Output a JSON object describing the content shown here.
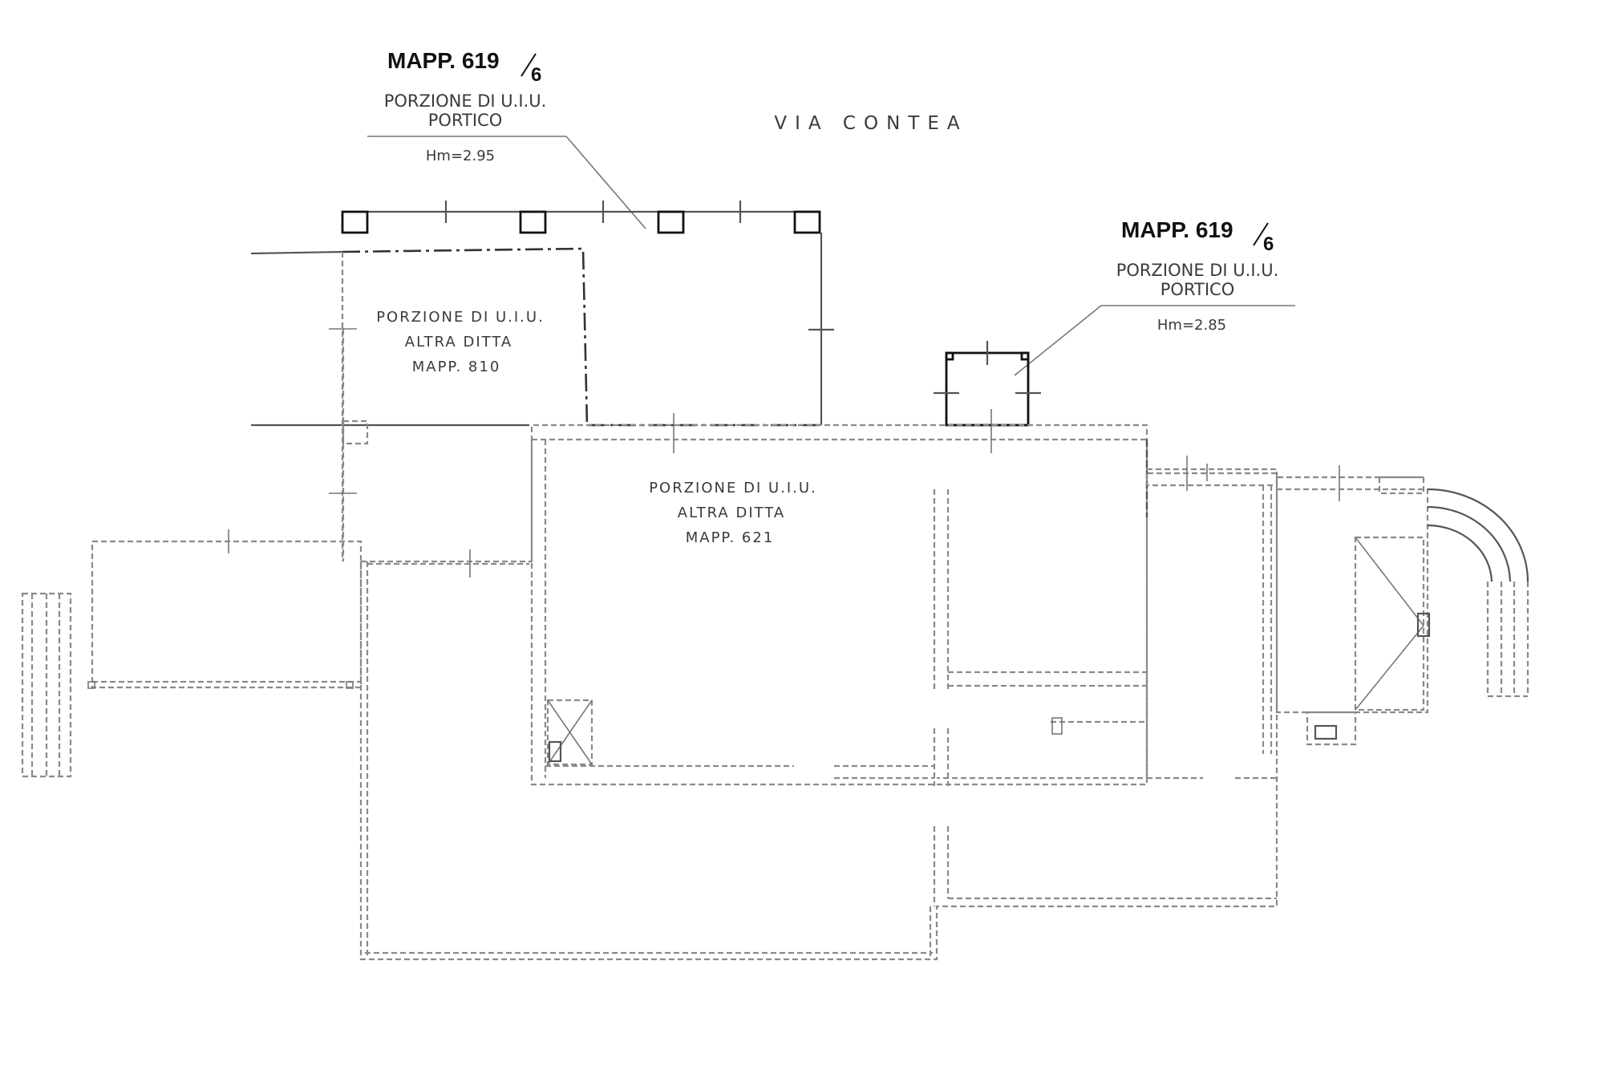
{
  "title_block_left": {
    "mapp_number": "MAPP. 619",
    "mapp_sub": "6",
    "desc_line1": "PORZIONE DI U.I.U.",
    "desc_line2": "PORTICO",
    "height": "Hm=2.95"
  },
  "title_block_right": {
    "mapp_number": "MAPP. 619",
    "mapp_sub": "6",
    "desc_line1": "PORZIONE DI U.I.U.",
    "desc_line2": "PORTICO",
    "height": "Hm=2.85"
  },
  "street": "VIA CONTEA",
  "area_810": {
    "line1": "PORZIONE DI U.I.U.",
    "line2": "ALTRA DITTA",
    "line3": "MAPP. 810"
  },
  "area_621": {
    "line1": "PORZIONE DI U.I.U.",
    "line2": "ALTRA DITTA",
    "line3": "MAPP. 621"
  }
}
